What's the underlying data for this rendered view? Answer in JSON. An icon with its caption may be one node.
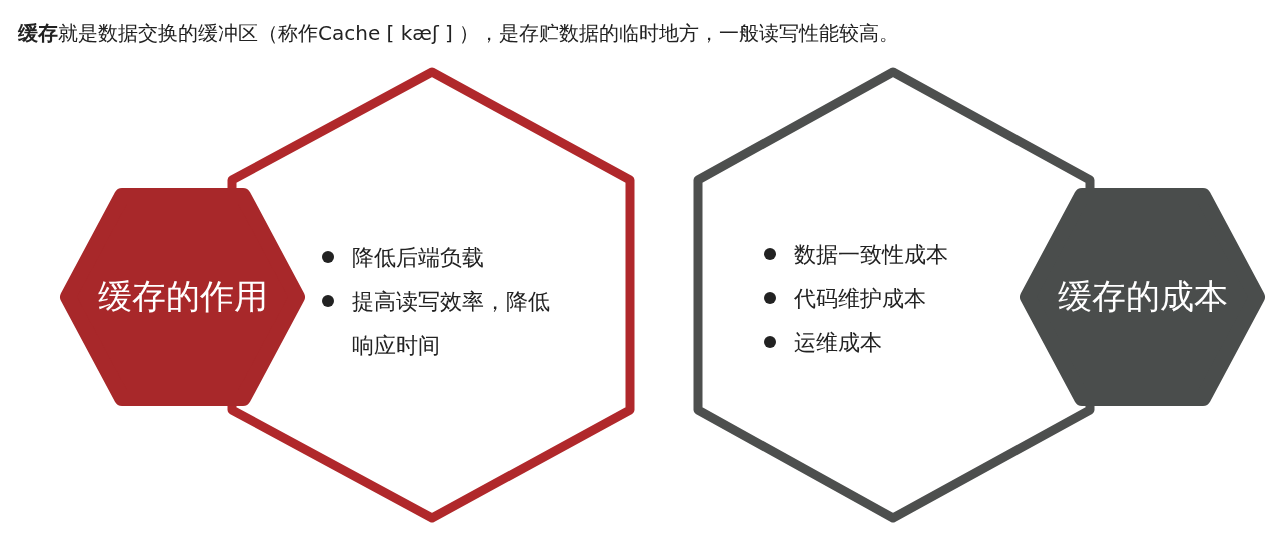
{
  "diagram": {
    "title": "**缓存**就是数据交换的缓冲区（称作Cache [ kæʃ ] ），是存贮数据的临时地方，一般读写性能较高。",
    "nodes": [
      {
        "text": [
          "降低后端负载",
          "提高读写效率，降低响应时间"
        ]
      },
      {
        "text": [
          "缓存的作用"
        ]
      },
      {
        "text": [
          "数据一致性成本",
          "代码维护成本",
          "运维成本"
        ]
      },
      {
        "text": [
          "缓存的成本"
        ]
      }
    ]
  }
}
